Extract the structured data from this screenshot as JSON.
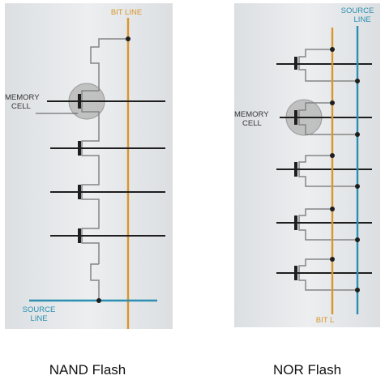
{
  "nand": {
    "bit_line_label": "BIT LINE",
    "memory_cell_label": [
      "MEMORY",
      "CELL"
    ],
    "source_line_label": [
      "SOURCE",
      "LINE"
    ],
    "caption": "NAND Flash"
  },
  "nor": {
    "source_line_label": [
      "SOURCE",
      "LINE"
    ],
    "memory_cell_label": [
      "MEMORY",
      "CELL"
    ],
    "bit_line_label": "BIT L",
    "caption": "NOR Flash"
  },
  "colors": {
    "panel_bg": "#e6e8ea",
    "bit_line": "#d9962c",
    "source_line": "#2a8fb0",
    "wire": "#858585",
    "word_line": "#1e1e1e",
    "cell_highlight": "#b8b8b8",
    "label_text": "#333333"
  },
  "icons": {
    "transistor": "transistor-symbol",
    "memory_cell_highlight": "circle-highlight"
  }
}
